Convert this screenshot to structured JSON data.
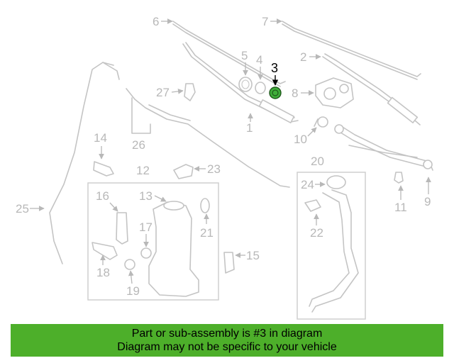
{
  "diagram": {
    "callouts": [
      "1",
      "2",
      "3",
      "4",
      "5",
      "6",
      "7",
      "8",
      "9",
      "10",
      "11",
      "12",
      "13",
      "14",
      "15",
      "16",
      "17",
      "18",
      "19",
      "20",
      "21",
      "22",
      "23",
      "24",
      "25",
      "26",
      "27"
    ],
    "highlighted_callout": "3",
    "colors": {
      "highlight": "#3fae3a",
      "part_outline": "#c4c4c4",
      "callout": "#b8b8b8"
    }
  },
  "banner": {
    "line1": "Part or sub-assembly is #3 in diagram",
    "line2": "Diagram may not be specific to your vehicle",
    "color": "#4daf2a"
  }
}
